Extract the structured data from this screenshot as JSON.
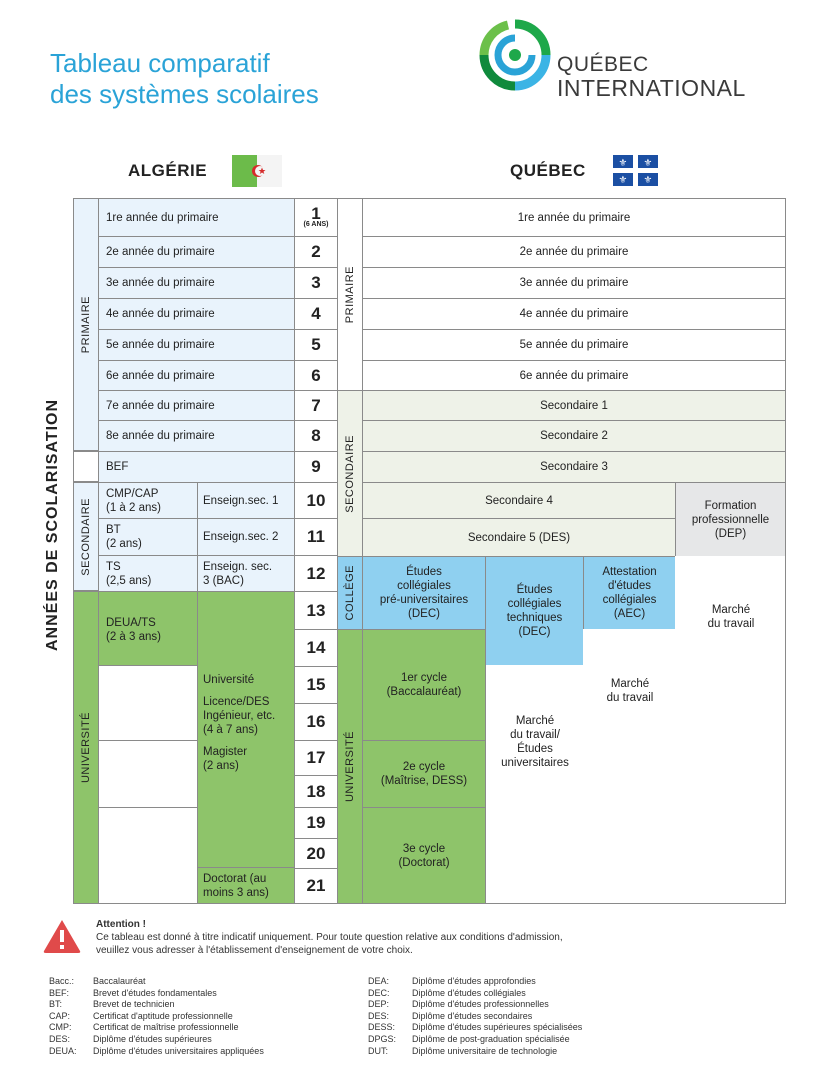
{
  "header": {
    "title_line1": "Tableau comparatif",
    "title_line2": "des systèmes scolaires",
    "logo_line1": "QUÉBEC",
    "logo_line2": "INTERNATIONAL"
  },
  "countries": {
    "algeria": "ALGÉRIE",
    "quebec": "QUÉBEC"
  },
  "side_label": "ANNÉES DE SCOLARISATION",
  "algeria": {
    "sections": {
      "primary": "PRIMAIRE",
      "secondary": "SECONDAIRE",
      "university": "UNIVERSITÉ"
    },
    "years": [
      "1re année du primaire",
      "2e année du primaire",
      "3e année du primaire",
      "4e année du primaire",
      "5e année du primaire",
      "6e année du primaire",
      "7e année du primaire",
      "8e année du primaire"
    ],
    "bef": "BEF",
    "cmp": [
      "CMP/CAP",
      "(1 à 2 ans)"
    ],
    "bt": [
      "BT",
      "(2 ans)"
    ],
    "ts": [
      "TS",
      "(2,5 ans)"
    ],
    "ens1": "Enseign.sec. 1",
    "ens2": "Enseign.sec. 2",
    "ens3": [
      "Enseign. sec.",
      "3 (BAC)"
    ],
    "deua": [
      "DEUA/TS",
      "(2 à 3 ans)"
    ],
    "univ": [
      "Université",
      "",
      "Licence/DES",
      "Ingénieur, etc.",
      "(4 à 7 ans)",
      "",
      "Magister",
      "(2 ans)"
    ],
    "doctorat": [
      "Doctorat (au",
      "moins 3 ans)"
    ]
  },
  "numbers": [
    "1",
    "2",
    "3",
    "4",
    "5",
    "6",
    "7",
    "8",
    "9",
    "10",
    "11",
    "12",
    "13",
    "14",
    "15",
    "16",
    "17",
    "18",
    "19",
    "20",
    "21"
  ],
  "age_note": "(6 ANS)",
  "quebec": {
    "sections": {
      "primary": "PRIMAIRE",
      "secondary": "SECONDAIRE",
      "college": "COLLÈGE",
      "university": "UNIVERSITÉ"
    },
    "years": [
      "1re année du primaire",
      "2e année du primaire",
      "3e année du primaire",
      "4e année du primaire",
      "5e année du primaire",
      "6e année du primaire"
    ],
    "secondary": [
      "Secondaire 1",
      "Secondaire 2",
      "Secondaire 3",
      "Secondaire 4",
      "Secondaire 5 (DES)"
    ],
    "dep": [
      "Formation",
      "professionnelle",
      "(DEP)"
    ],
    "dec_pre": [
      "Études",
      "collégiales",
      "pré-universitaires",
      "(DEC)"
    ],
    "dec_tech": [
      "Études",
      "collégiales",
      "techniques",
      "(DEC)"
    ],
    "aec": [
      "Attestation",
      "d'études",
      "collégiales",
      "(AEC)"
    ],
    "market1": [
      "Marché",
      "du travail"
    ],
    "market2": [
      "Marché",
      "du travail"
    ],
    "market3": [
      "Marché",
      "du travail/",
      "Études",
      "universitaires"
    ],
    "cycle1": [
      "1er cycle",
      "(Baccalauréat)"
    ],
    "cycle2": [
      "2e cycle",
      "(Maîtrise, DESS)"
    ],
    "cycle3": [
      "3e cycle",
      "(Doctorat)"
    ]
  },
  "attention": {
    "title": "Attention !",
    "line1": "Ce tableau est donné à titre indicatif uniquement. Pour toute question relative aux conditions d'admission,",
    "line2": "veuillez vous adresser à l'établissement d'enseignement de votre choix."
  },
  "legend_left": [
    {
      "abbr": "Bacc.:",
      "text": "Baccalauréat"
    },
    {
      "abbr": "BEF:",
      "text": "Brevet d'études fondamentales"
    },
    {
      "abbr": "BT:",
      "text": "Brevet de technicien"
    },
    {
      "abbr": "CAP:",
      "text": "Certificat d'aptitude professionnelle"
    },
    {
      "abbr": "CMP:",
      "text": "Certificat de maîtrise professionnelle"
    },
    {
      "abbr": "DES:",
      "text": "Diplôme d'études supérieures"
    },
    {
      "abbr": "DEUA:",
      "text": "Diplôme d'études universitaires appliquées"
    }
  ],
  "legend_right": [
    {
      "abbr": "DEA:",
      "text": "Diplôme d'études approfondies"
    },
    {
      "abbr": "DEC:",
      "text": "Diplôme d'études collégiales"
    },
    {
      "abbr": "DEP:",
      "text": "Diplôme d'études professionnelles"
    },
    {
      "abbr": "DES:",
      "text": "Diplôme d'études secondaires"
    },
    {
      "abbr": "DESS:",
      "text": "Diplôme d'études supérieures spécialisées"
    },
    {
      "abbr": "DPGS:",
      "text": "Diplôme de post-graduation spécialisée"
    },
    {
      "abbr": "DUT:",
      "text": "Diplôme universitaire de technologie"
    }
  ],
  "colors": {
    "accent": "#2aa3d7",
    "green": "#8ec46a",
    "light_blue": "#e9f3fc",
    "college_blue": "#8fd0f0",
    "alert": "#e04a4a"
  }
}
